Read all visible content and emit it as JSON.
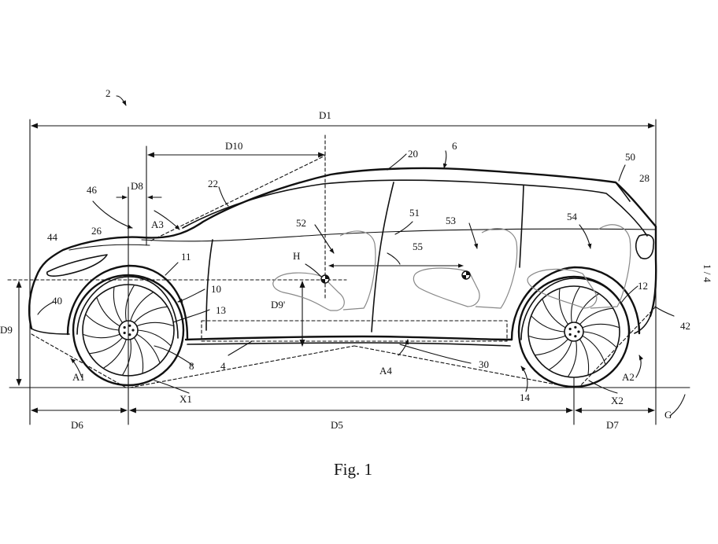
{
  "figure": {
    "caption": "Fig. 1",
    "sheet": "1 / 4",
    "reference_numerals": {
      "vehicle": "2",
      "roof": "6",
      "body_20": "20",
      "windshield": "22",
      "rear_window": "28",
      "rear_light": "50",
      "hood": "26",
      "headlight": "44",
      "bumper_front": "40",
      "nose": "46",
      "front_arch": "11",
      "front_arch_10": "10",
      "front_arch_13": "13",
      "front_wheel": "8",
      "floor": "4",
      "underbody": "30",
      "rear_wheel_14": "14",
      "rear_arch": "12",
      "rear_bumper": "42",
      "seat_front": "52",
      "seat_pillar": "51",
      "seat_middle": "53",
      "seat_rear": "54",
      "seat_track": "55",
      "hip_point": "H"
    },
    "dimensions": {
      "d1": "D1",
      "d5": "D5",
      "d6": "D6",
      "d7": "D7",
      "d8": "D8",
      "d9": "D9",
      "d9p": "D9'",
      "d10": "D10"
    },
    "angles": {
      "a1": "A1",
      "a2": "A2",
      "a3": "A3",
      "a4": "A4"
    },
    "axes": {
      "x1": "X1",
      "x2": "X2",
      "ground": "G"
    }
  }
}
